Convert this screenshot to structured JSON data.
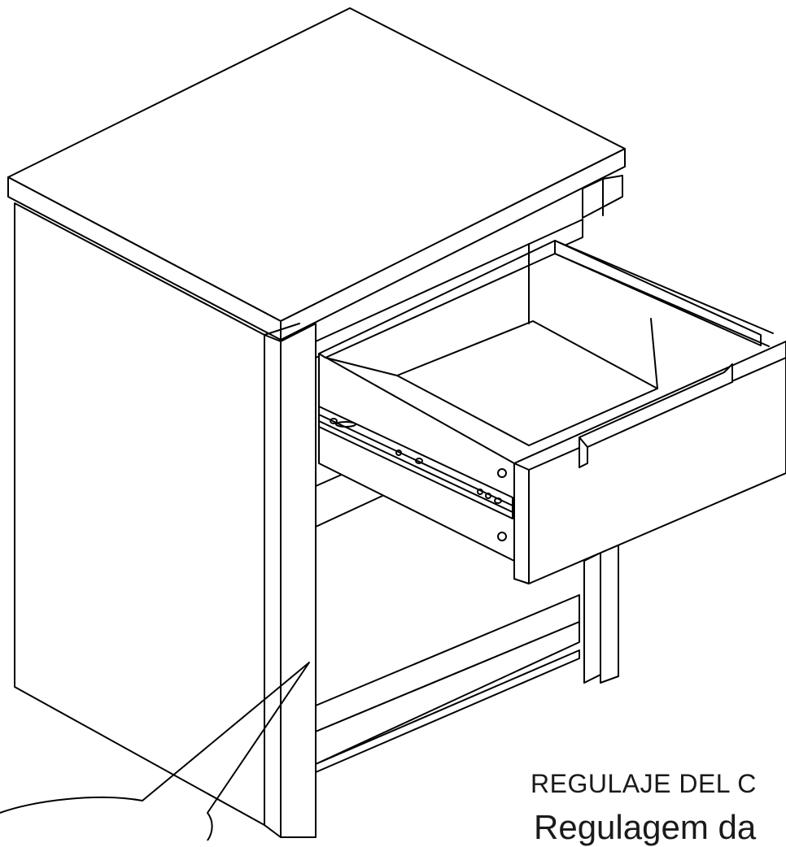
{
  "figure": {
    "subject-icon": "nightstand-with-open-drawer",
    "callout-icon": "speech-bubble-callout",
    "line_color": "#000000",
    "background_color": "#ffffff"
  },
  "captions": {
    "spanish": "REGULAJE DEL C",
    "portuguese": "Regulagem da"
  }
}
